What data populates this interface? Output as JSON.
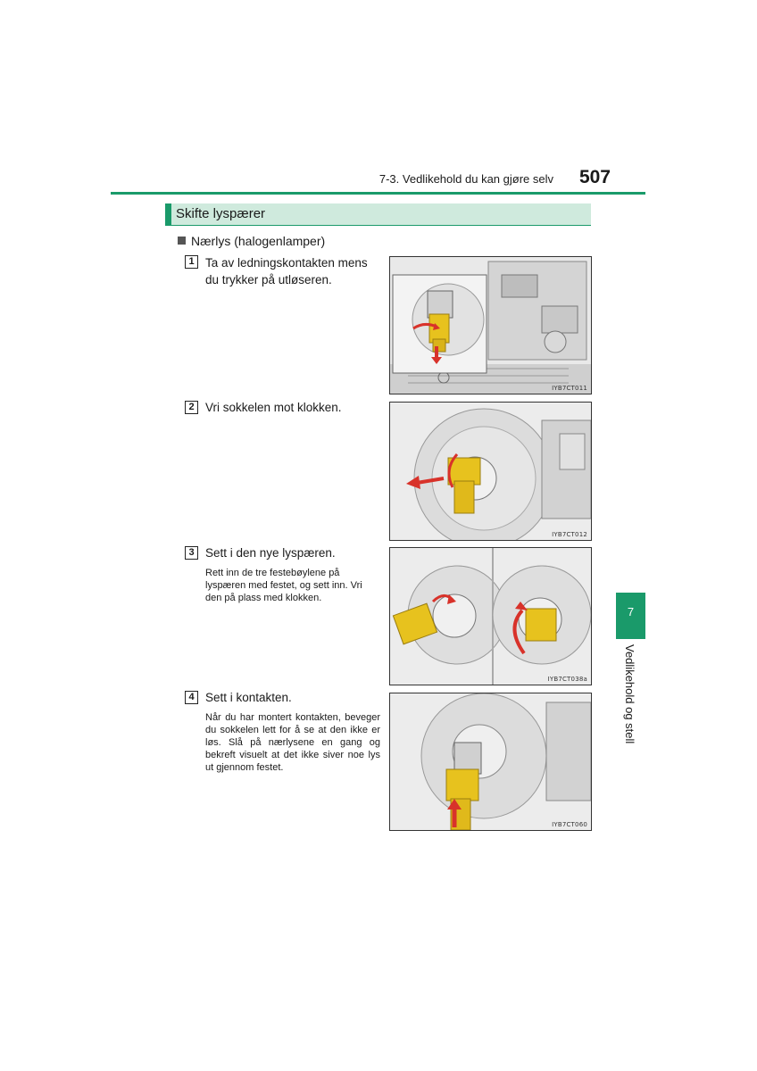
{
  "header": {
    "section": "7-3. Vedlikehold du kan gjøre selv",
    "page_number": "507"
  },
  "section_title": "Skifte lyspærer",
  "subheading": "Nærlys (halogenlamper)",
  "steps": [
    {
      "num": "1",
      "text": "Ta av ledningskontakten mens du trykker på utløseren.",
      "note": "",
      "figure_code": "IYB7CT011"
    },
    {
      "num": "2",
      "text": "Vri sokkelen mot klokken.",
      "note": "",
      "figure_code": "IYB7CT012"
    },
    {
      "num": "3",
      "text": "Sett i den nye lyspæren.",
      "note": "Rett inn de tre festebøylene på lyspæren med festet, og sett inn. Vri den på plass med klokken.",
      "figure_code": "IYB7CT038a"
    },
    {
      "num": "4",
      "text": "Sett i kontakten.",
      "note": "Når du har montert kontakten, beveger du sokkelen lett for å se at den ikke er løs. Slå på nærlysene en gang og bekreft visuelt at det ikke siver noe lys ut gjennom festet.",
      "figure_code": "IYB7CT060"
    }
  ],
  "side_tab": {
    "chapter": "7",
    "label": "Vedlikehold og stell"
  },
  "colors": {
    "accent": "#1a9a6a",
    "title_bg": "#cfeadd",
    "bulb": "#e7c21e",
    "arrow": "#d8322a"
  }
}
